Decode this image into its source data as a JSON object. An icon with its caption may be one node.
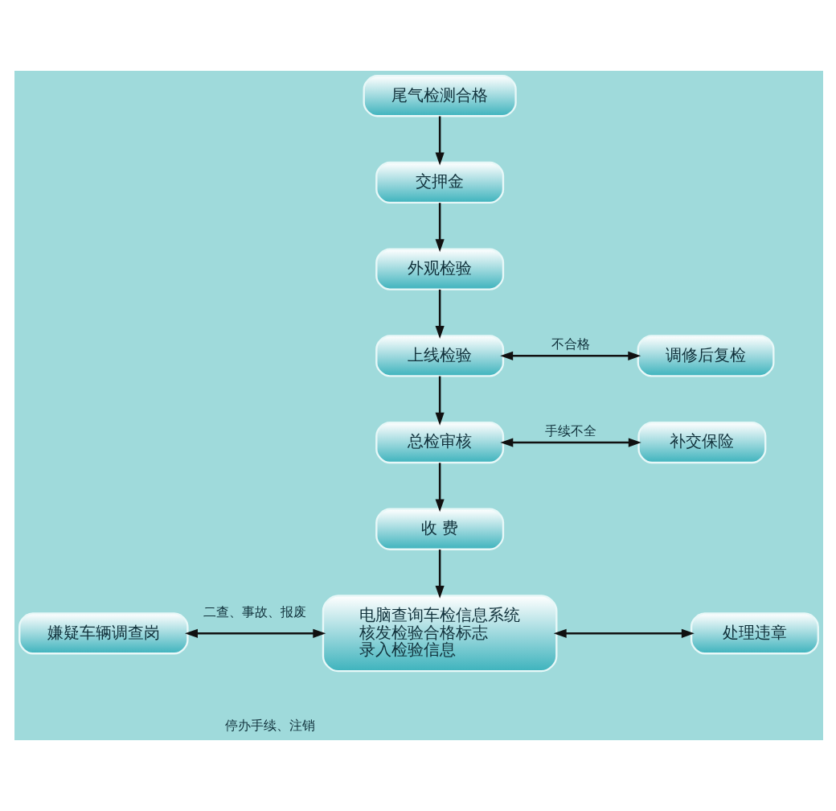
{
  "diagram": {
    "nodes": [
      {
        "text": [
          "尾气检测合格"
        ]
      },
      {
        "text": [
          "交押金"
        ]
      },
      {
        "text": [
          "外观检验"
        ]
      },
      {
        "text": [
          "上线检验"
        ]
      },
      {
        "text": [
          "调修后复检"
        ]
      },
      {
        "text": [
          "总检审核"
        ]
      },
      {
        "text": [
          "补交保险"
        ]
      },
      {
        "text": [
          "收 费"
        ]
      },
      {
        "text": [
          "电脑查询车检信息系统",
          "核发检验合格标志",
          "录入检验信息"
        ]
      },
      {
        "text": [
          "嫌疑车辆调查岗"
        ]
      },
      {
        "text": [
          "处理违章"
        ]
      }
    ],
    "edges": [
      {
        "from": 0,
        "to": 1,
        "arrow": "to"
      },
      {
        "from": 1,
        "to": 2,
        "arrow": "to"
      },
      {
        "from": 2,
        "to": 3,
        "arrow": "to"
      },
      {
        "from": 3,
        "to": 4,
        "arrow": "both",
        "label": "不合格"
      },
      {
        "from": 3,
        "to": 5,
        "arrow": "to"
      },
      {
        "from": 5,
        "to": 6,
        "arrow": "both",
        "label": "手续不全"
      },
      {
        "from": 5,
        "to": 7,
        "arrow": "to"
      },
      {
        "from": 7,
        "to": 8,
        "arrow": "to"
      },
      {
        "from": 9,
        "to": 8,
        "arrow": "both",
        "label": "二查、事故、报废"
      },
      {
        "from": 8,
        "to": 10,
        "arrow": "both"
      }
    ],
    "labels": [
      "停办手续、注销"
    ]
  }
}
